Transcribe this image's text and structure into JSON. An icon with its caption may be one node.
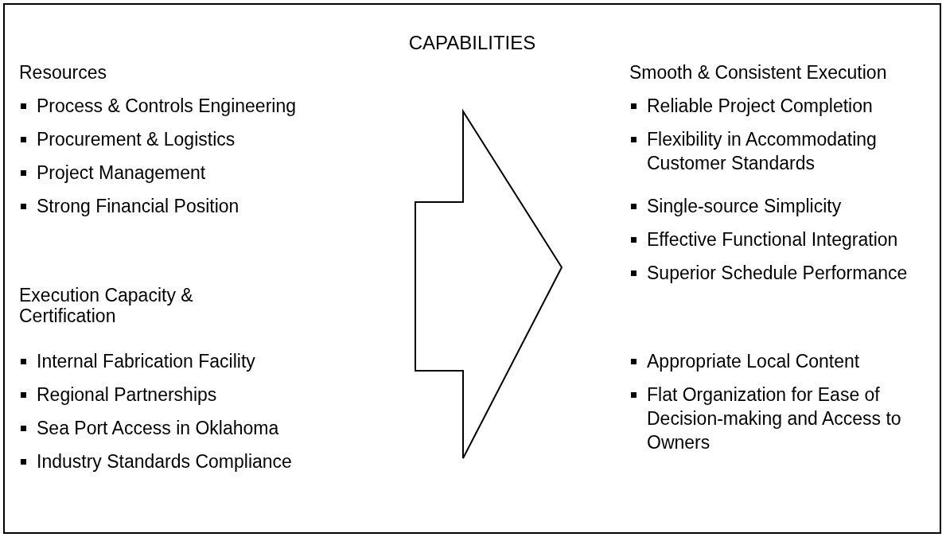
{
  "diagram": {
    "nodes": [
      {
        "text": [
          "CAPABILITIES"
        ]
      },
      {
        "text": [],
        "shape": "arrow",
        "in": 0
      }
    ],
    "labels": [
      "Resources",
      "Process & Controls Engineering",
      "Procurement & Logistics",
      "Project Management",
      "Strong Financial Position",
      "Execution Capacity & Certification",
      "Internal Fabrication Facility",
      "Regional Partnerships",
      "Sea Port Access in Oklahoma",
      "Industry Standards Compliance",
      "Smooth & Consistent Execution",
      "Reliable Project Completion",
      "Flexibility in Accommodating Customer Standards",
      "Single-source Simplicity",
      "Effective Functional Integration",
      "Superior Schedule Performance",
      "Appropriate Local Content",
      "Flat Organization for Ease of Decision-making and Access to Owners"
    ]
  }
}
